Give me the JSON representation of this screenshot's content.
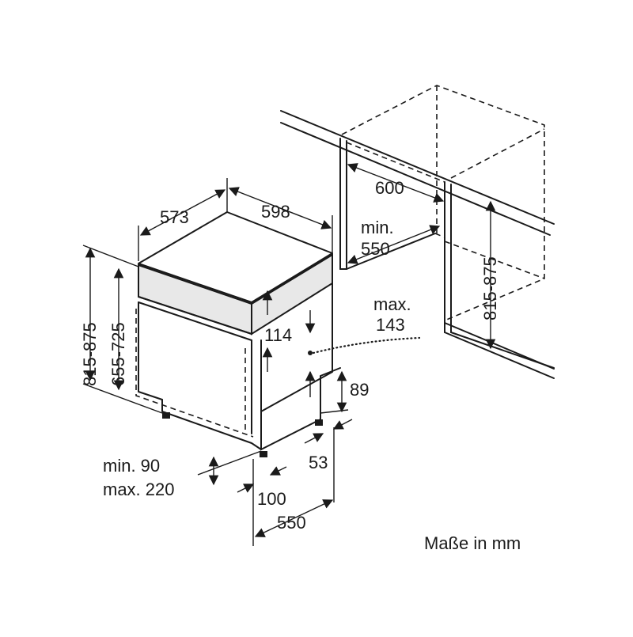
{
  "labels": {
    "width_598": "598",
    "depth_573": "573",
    "cab_600": "600",
    "cab_min_label": "min.",
    "cab_min_val": "550",
    "height_815_875_left": "815-875",
    "height_655_725": "655-725",
    "height_815_875_right": "815-875",
    "panel_114": "114",
    "max_label": "max.",
    "max_val": "143",
    "foot_89": "89",
    "foot_53": "53",
    "plinth_min": "min. 90",
    "plinth_max": "max. 220",
    "dim_100": "100",
    "dim_550": "550"
  },
  "caption": "Maße in mm"
}
